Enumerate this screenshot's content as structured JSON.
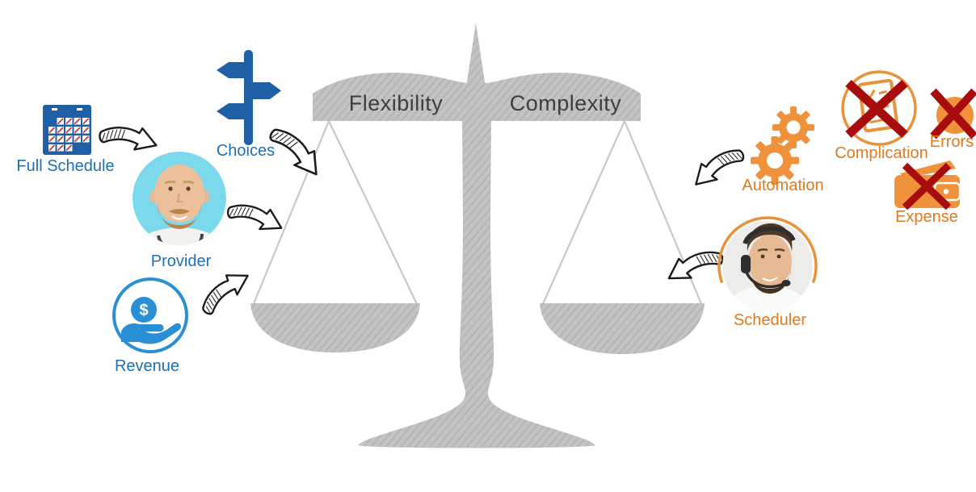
{
  "diagram": {
    "title_hidden": "",
    "scale": {
      "left_beam_label": "Flexibility",
      "right_beam_label": "Complexity",
      "color": "#C2C2C2",
      "label_color": "#3E3E3E"
    },
    "left_group": {
      "accent": "#1E6FB5",
      "icon_color": "#1E5FA6",
      "items": [
        {
          "label": "Full Schedule",
          "icon": "calendar-icon"
        },
        {
          "label": "Choices",
          "icon": "signpost-icon"
        },
        {
          "label": "Provider",
          "icon": "provider-photo"
        },
        {
          "label": "Revenue",
          "icon": "hand-coin-icon"
        }
      ]
    },
    "right_group": {
      "accent": "#E2791D",
      "icon_color": "#F0913C",
      "cross_color": "#A80D0D",
      "items": [
        {
          "label": "Automation",
          "icon": "gears-icon"
        },
        {
          "label": "Complication",
          "icon": "crossed-checklist-icon"
        },
        {
          "label": "Errors",
          "icon": "crossed-circle-icon"
        },
        {
          "label": "Expense",
          "icon": "crossed-wallet-icon"
        },
        {
          "label": "Scheduler",
          "icon": "scheduler-photo"
        }
      ]
    },
    "colors": {
      "blue_text": "#1E6FB5",
      "blue_icon": "#1E5FA6",
      "revenue_blue": "#2B8FD6",
      "provider_bg": "#7CD9EC",
      "orange_text": "#E2791D",
      "orange_icon": "#F0913C",
      "cross_red": "#A80D0D",
      "scale_gray": "#C2C2C2"
    }
  }
}
